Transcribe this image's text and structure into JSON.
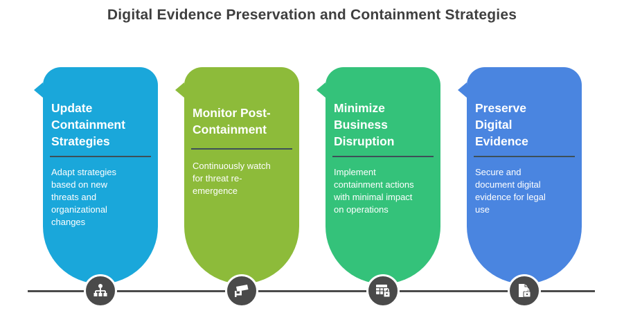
{
  "title": "Digital Evidence Preservation and Containment Strategies",
  "colors": {
    "step1": "#1aa7da",
    "step2": "#8dbb3a",
    "step3": "#34c27a",
    "step4": "#4a85e0",
    "timeline": "#4a4a4a",
    "title": "#3f3f3f"
  },
  "steps": [
    {
      "title_lines": [
        "Update",
        "Containment",
        "Strategies"
      ],
      "description_lines": [
        "Adapt strategies",
        "based on new",
        "threats and",
        "organizational",
        "changes"
      ],
      "icon": "hierarchy-icon"
    },
    {
      "title_lines": [
        "Monitor Post-",
        "Containment"
      ],
      "description_lines": [
        "Continuously watch",
        "for threat re-",
        "emergence"
      ],
      "icon": "security-camera-icon"
    },
    {
      "title_lines": [
        "Minimize",
        "Business",
        "Disruption"
      ],
      "description_lines": [
        "Implement",
        "containment actions",
        "with minimal impact",
        "on operations"
      ],
      "icon": "secure-table-icon"
    },
    {
      "title_lines": [
        "Preserve",
        "Digital",
        "Evidence"
      ],
      "description_lines": [
        "Secure and",
        "document digital",
        "evidence for legal",
        "use"
      ],
      "icon": "locked-document-icon"
    }
  ]
}
